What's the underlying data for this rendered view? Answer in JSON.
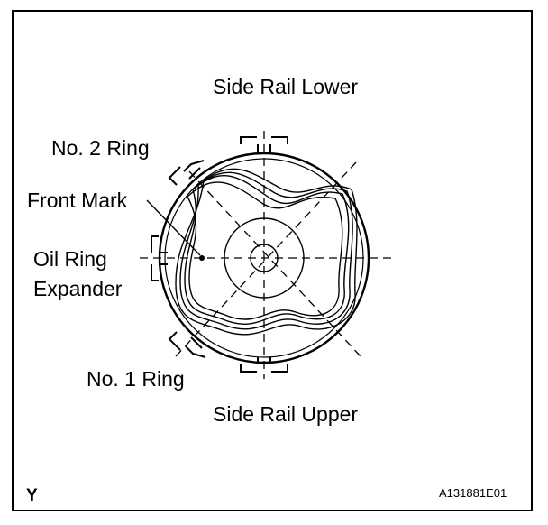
{
  "labels": {
    "side_rail_lower": "Side Rail Lower",
    "no2_ring": "No. 2 Ring",
    "front_mark": "Front Mark",
    "oil_ring_expander_line1": "Oil Ring",
    "oil_ring_expander_line2": "Expander",
    "no1_ring": "No. 1 Ring",
    "side_rail_upper": "Side Rail Upper"
  },
  "footer": {
    "corner_letter": "Y",
    "figure_code": "A131881E01"
  }
}
